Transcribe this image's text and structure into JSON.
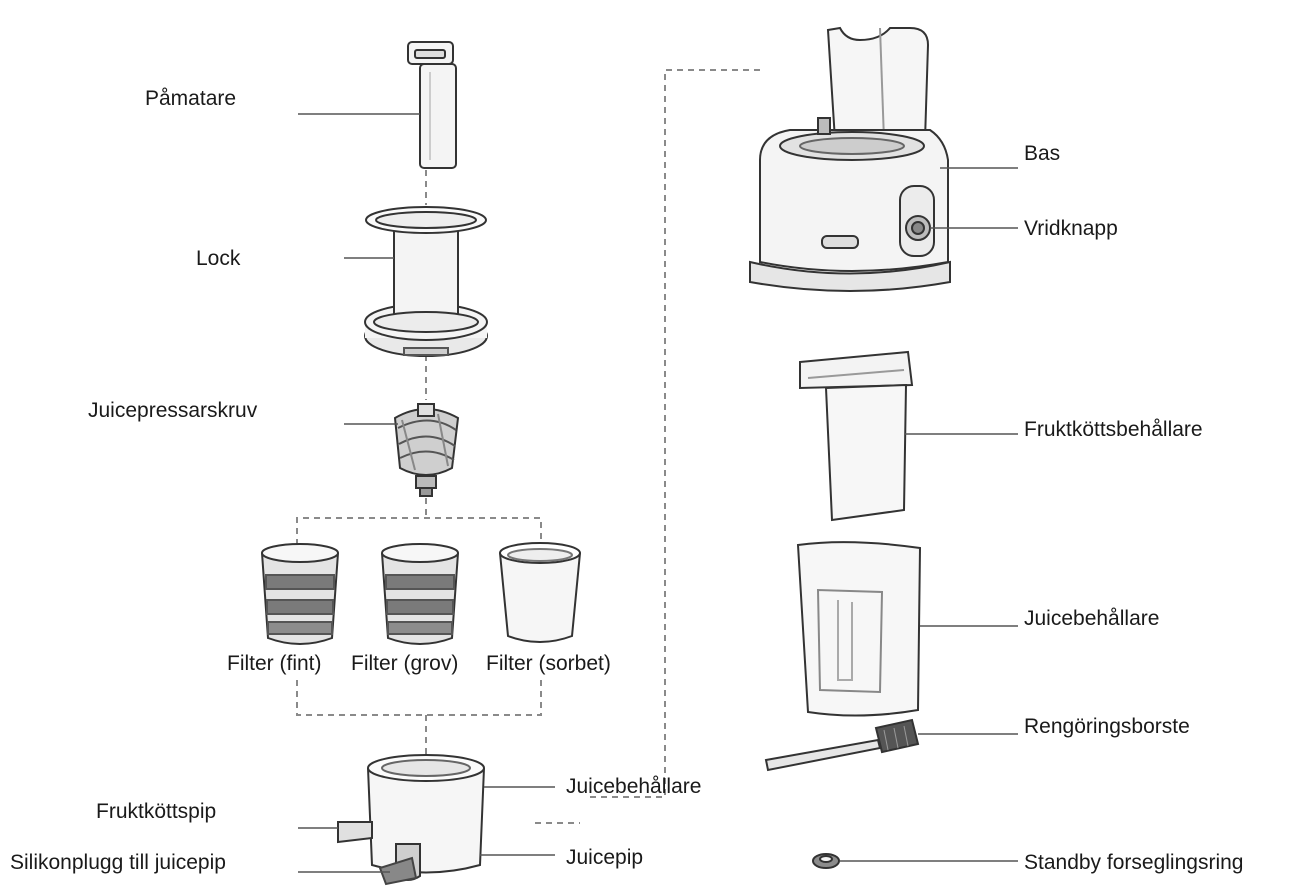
{
  "labels": {
    "pamatare": "Påmatare",
    "lock": "Lock",
    "juicepressarskruv": "Juicepressarskruv",
    "filter_fint": "Filter (fint)",
    "filter_grov": "Filter (grov)",
    "filter_sorbet": "Filter (sorbet)",
    "fruktkottspip": "Fruktköttspip",
    "silikonplugg": "Silikonplugg till juicepip",
    "juicebehallare_bowl": "Juicebehållare",
    "juicepip": "Juicepip",
    "bas": "Bas",
    "vridknapp": "Vridknapp",
    "fruktkottsbehallare": "Fruktköttsbehållare",
    "juicebehallare_cup": "Juicebehållare",
    "rengoringsborste": "Rengöringsborste",
    "standby_ring": "Standby forseglingsring"
  },
  "colors": {
    "line": "#555555",
    "dash": "#8a8a8a",
    "outline": "#333333",
    "fill_light": "#f4f4f4",
    "fill_mid": "#dedede",
    "fill_dark": "#8c8c8c",
    "text": "#1a1a1a"
  }
}
